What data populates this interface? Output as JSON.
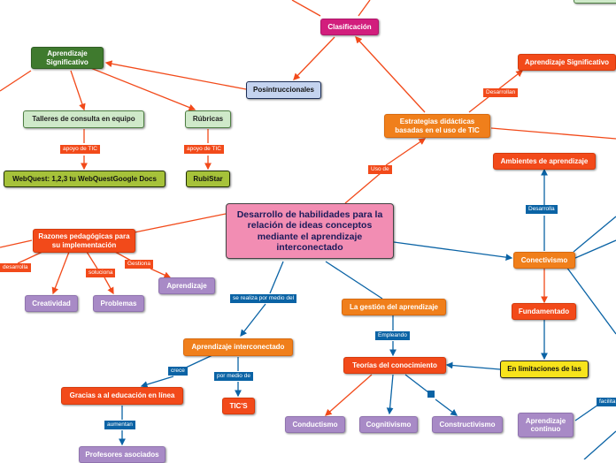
{
  "colors": {
    "orange_edge": "#f24a1a",
    "blue_edge": "#0a63a5",
    "central_fill": "#f28db3"
  },
  "nodes": {
    "central": "Desarrollo de habilidades para la relación de ideas conceptos mediante el aprendizaje interconectado",
    "clasificacion": "Clasificación",
    "aprendizaje_significativo_left": "Aprendizaje Significativo",
    "posinstruccionales": "Posintruccionales",
    "talleres": "Talleres de consulta en equipo",
    "rubricas": "Rúbricas",
    "webquest": "WebQuest: 1,2,3 tu WebQuestGoogle Docs",
    "rubistar": "RubiStar",
    "estrategias": "Estrategias didácticas basadas en el uso de TIC",
    "aprendizaje_significativo_right": "Aprendizaje Significativo",
    "ambientes": "Ambientes de aprendizaje",
    "razones": "Razones pedagógicas para su implementación",
    "creatividad": "Creatividad",
    "problemas": "Problemas",
    "aprendizaje": "Aprendizaje",
    "conectivismo": "Conectivismo",
    "fundamentado": "Fundamentado",
    "gestion": "La gestión del aprendizaje",
    "aprendizaje_interconectado": "Aprendizaje interconectado",
    "teorias": "Teorías del conocimiento",
    "limitaciones": "En limitaciones de las",
    "gracias": "Gracias a al educación en línea",
    "tics": "TIC'S",
    "conductismo": "Conductismo",
    "cognitivismo": "Cognitivismo",
    "constructivismo": "Constructivismo",
    "aprendizaje_continuo": "Aprendizaje continuo",
    "profesores": "Profesores asociados"
  },
  "labels": {
    "apoyo_tic_1": "apoyo de  TIC",
    "apoyo_tic_2": "apoyo de  TIC",
    "desarrollan": "Desarrollan",
    "uso_de": "Uso de",
    "desarrolla_left": "desarrolla",
    "soluciona": "soluciona",
    "gestiona": "Gestiona",
    "desarrolla_right": "Desarrolla",
    "se_realiza": "se realiza por medio del",
    "empleando": "Empleando",
    "crece": "crece",
    "por_medio": "por medio de",
    "aumentan": "aumentan",
    "facilita": "facilita"
  }
}
